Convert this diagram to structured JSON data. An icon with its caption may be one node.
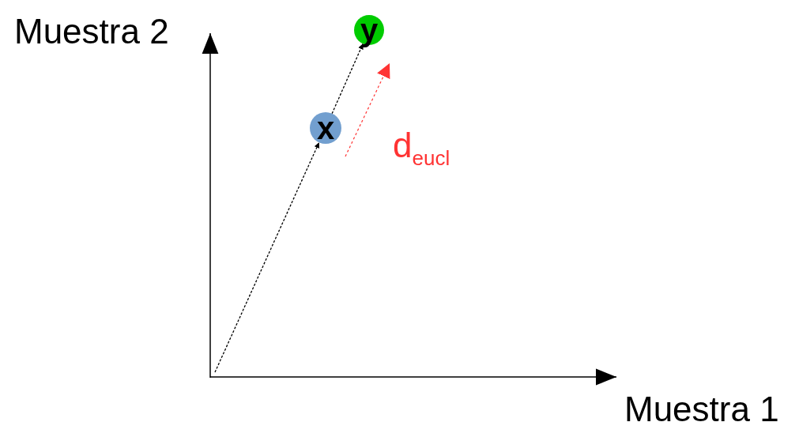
{
  "diagram": {
    "nodes": [
      {
        "text": [
          "y"
        ]
      },
      {
        "text": [
          "x"
        ]
      }
    ],
    "edges": [
      {
        "from": null,
        "to": 1,
        "arrow": "to",
        "style": "dashed"
      },
      {
        "from": 1,
        "to": 0,
        "arrow": "to",
        "style": "dashed"
      }
    ],
    "labels": [
      "Muestra 2",
      "Muestra 1",
      "d$_{eucl}$"
    ]
  }
}
